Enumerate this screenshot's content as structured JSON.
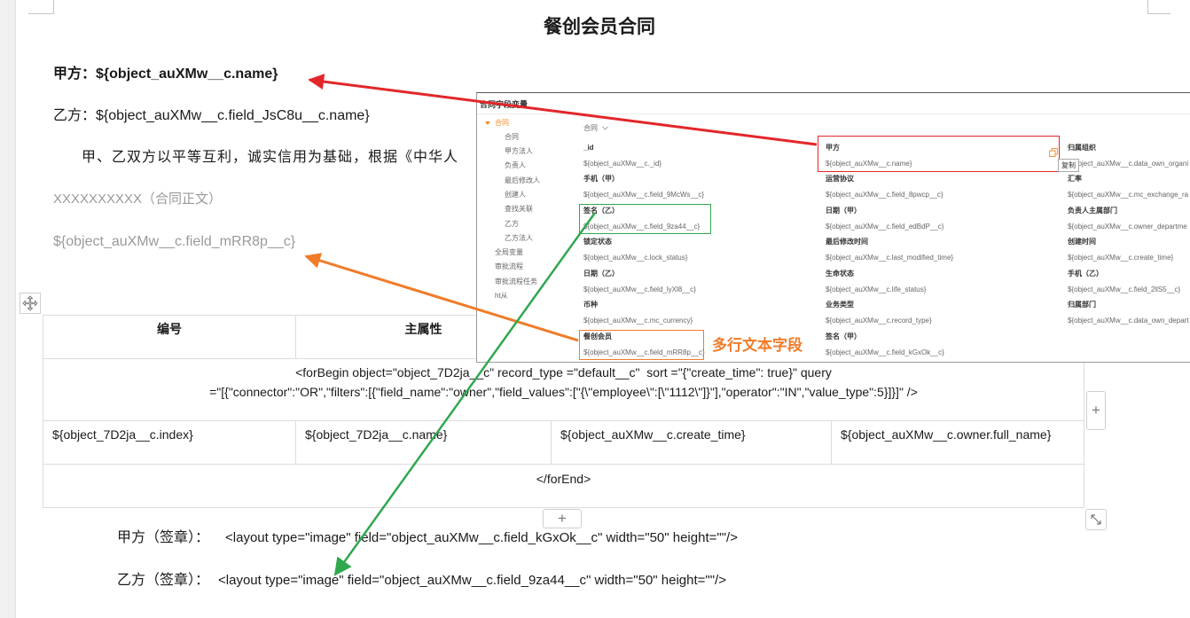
{
  "document": {
    "title": "餐创会员合同",
    "party_a": {
      "label": "甲方：",
      "value": "${object_auXMw__c.name}"
    },
    "party_b": {
      "label": "乙方：",
      "value": "${object_auXMw__c.field_JsC8u__c.name}"
    },
    "intro": "甲、乙双方以平等互利，诚实信用为基础，根据《中华人",
    "body_placeholder": "XXXXXXXXXX（合同正文）",
    "body_field": "${object_auXMw__c.field_mRR8p__c}",
    "table": {
      "headers": [
        "编号",
        "主属性"
      ],
      "for_begin": [
        "<forBegin object=\"object_7D2ja__c\" record_type =\"default__c\"  sort =\"{\"create_time\": true}\" query",
        "=\"[{\"connector\":\"OR\",\"filters\":[{\"field_name\":\"owner\",\"field_values\":[\"{\\\"employee\\\":[\\\"1112\\\"]}\"],\"operator\":\"IN\",\"value_type\":5}]}]\" />"
      ],
      "loop_row": [
        "${object_7D2ja__c.index}",
        "${object_7D2ja__c.name}",
        "${object_auXMw__c.create_time}",
        "${object_auXMw__c.owner.full_name}"
      ],
      "for_end": "</forEnd>"
    },
    "signatures": [
      {
        "label": "甲方（签章）：",
        "value": "<layout type=\"image\" field=\"object_auXMw__c.field_kGxOk__c\" width=\"50\" height=\"\"/>"
      },
      {
        "label": "乙方（签章）：",
        "value": "<layout type=\"image\" field=\"object_auXMw__c.field_9za44__c\" width=\"50\" height=\"\"/>"
      }
    ]
  },
  "controls": {
    "add_column_label": "+",
    "add_row_label": "+"
  },
  "panel": {
    "title": "合同字段变量",
    "tree": [
      {
        "label": "合同",
        "selected": true,
        "children": [
          "合同",
          "甲方法人",
          "负责人",
          "最后修改人",
          "创建人",
          "查找关联",
          "乙方",
          "乙方法人"
        ]
      },
      {
        "label": "全局变量"
      },
      {
        "label": "审批流程"
      },
      {
        "label": "审批流程任务"
      },
      {
        "label": "ht从"
      }
    ],
    "section": "合同",
    "copy_tooltip": "复制",
    "fields": [
      {
        "label": "_id",
        "value": "${object_auXMw__c._id}"
      },
      {
        "label": "甲方",
        "value": "${object_auXMw__c.name}"
      },
      {
        "label": "归属组织",
        "value": "${object_auXMw__c.data_own_organi"
      },
      {
        "label": "手机（甲）",
        "value": "${object_auXMw__c.field_9McWs__c}"
      },
      {
        "label": "运营协议",
        "value": "${object_auXMw__c.field_8pwcp__c}"
      },
      {
        "label": "汇率",
        "value": "${object_auXMw__c.mc_exchange_ra"
      },
      {
        "label": "签名（乙）",
        "value": "${object_auXMw__c.field_9za44__c}"
      },
      {
        "label": "日期（甲）",
        "value": "${object_auXMw__c.field_edBdP__c}"
      },
      {
        "label": "负责人主属部门",
        "value": "${object_auXMw__c.owner_departme"
      },
      {
        "label": "锁定状态",
        "value": "${object_auXMw__c.lock_status}"
      },
      {
        "label": "最后修改时间",
        "value": "${object_auXMw__c.last_modified_time}"
      },
      {
        "label": "创建时间",
        "value": "${object_auXMw__c.create_time}"
      },
      {
        "label": "日期（乙）",
        "value": "${object_auXMw__c.field_lyXl8__c}"
      },
      {
        "label": "生命状态",
        "value": "${object_auXMw__c.life_status}"
      },
      {
        "label": "手机（乙）",
        "value": "${object_auXMw__c.field_2llS5__c}"
      },
      {
        "label": "币种",
        "value": "${object_auXMw__c.mc_currency}"
      },
      {
        "label": "业务类型",
        "value": "${object_auXMw__c.record_type}"
      },
      {
        "label": "归属部门",
        "value": "${object_auXMw__c.data_own_depart"
      },
      {
        "label": "餐创会员",
        "value": "${object_auXMw__c.field_mRR8p__c}"
      },
      {
        "label": "签名（甲）",
        "value": "${object_auXMw__c.field_kGxOk__c}"
      }
    ]
  },
  "annotation": {
    "label": "多行文本字段"
  },
  "icons": {
    "move_handle": "move-icon",
    "resize": "resize-icon",
    "copy": "copy-icon",
    "tree_caret": "caret-down-icon",
    "section_chevron": "chevron-down-icon"
  },
  "colors": {
    "arrow_red": "#e3262a",
    "arrow_orange": "#f07c2a",
    "arrow_green": "#2fa84f",
    "tree_selected": "#f5871f",
    "placeholder_text": "#9a9a9a"
  }
}
